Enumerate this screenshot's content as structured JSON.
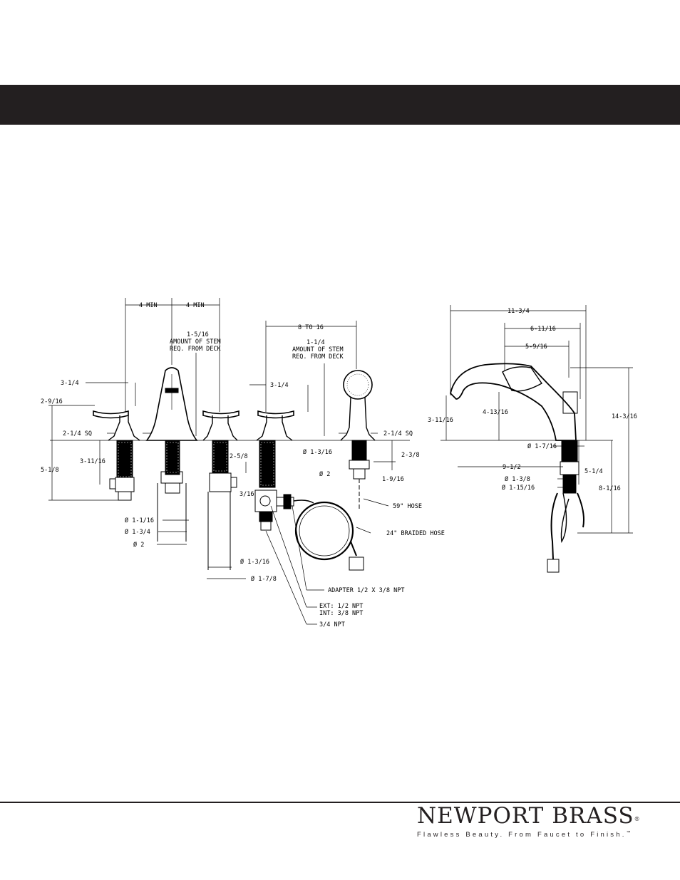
{
  "header": {
    "bar_color": "#231f20"
  },
  "front_view": {
    "dims": {
      "d_4min_a": "4 MIN",
      "d_4min_b": "4 MIN",
      "d_stem1_l1": "1-5/16",
      "d_stem1_l2": "AMOUNT OF STEM",
      "d_stem1_l3": "REQ. FROM DECK",
      "d_8to16": "8 TO 16",
      "d_stem2_l1": "1-1/4",
      "d_stem2_l2": "AMOUNT OF STEM",
      "d_stem2_l3": "REQ. FROM DECK",
      "d_314_l": "3-1/4",
      "d_314_r": "3-1/4",
      "d_2916": "2-9/16",
      "d_214sq_l": "2-1/4 SQ",
      "d_214sq_r": "2-1/4  SQ",
      "d_31116": "3-11/16",
      "d_518": "5-1/8",
      "d_258": "2-5/8",
      "d_316": "3/16",
      "d_11316": "Ø 1-3/16",
      "d_238": "2-3/8",
      "d_dia2_hs": "Ø 2",
      "d_1916": "1-9/16",
      "d_hose59": "59\" HOSE",
      "d_braided": "24\" BRAIDED HOSE",
      "d_11116": "Ø 1-1/16",
      "d_134": "Ø 1-3/4",
      "d_dia2_b": "Ø 2",
      "d_11316b": "Ø 1-3/16",
      "d_178": "Ø 1-7/8",
      "d_adapter": "ADAPTER 1/2 X 3/8 NPT",
      "d_ext": "EXT: 1/2 NPT",
      "d_int": "INT: 3/8 NPT",
      "d_34npt": "3/4 NPT"
    }
  },
  "side_view": {
    "dims": {
      "d_1134": "11-3/4",
      "d_61116": "6-11/16",
      "d_5916": "5-9/16",
      "d_31116": "3-11/16",
      "d_41316": "4-13/16",
      "d_143_16": "14-3/16",
      "d_1716": "Ø 1-7/16",
      "d_912": "9-1/2",
      "d_514": "5-1/4",
      "d_138": "Ø 1-3/8",
      "d_11516": "Ø 1-15/16",
      "d_8116": "8-1/16"
    }
  },
  "footer": {
    "brand_name": "NEWPORT BRASS",
    "brand_reg": "®",
    "tagline": "Flawless Beauty. From Faucet to Finish.",
    "tagline_tm": "™",
    "brand_color": "#231f20"
  }
}
